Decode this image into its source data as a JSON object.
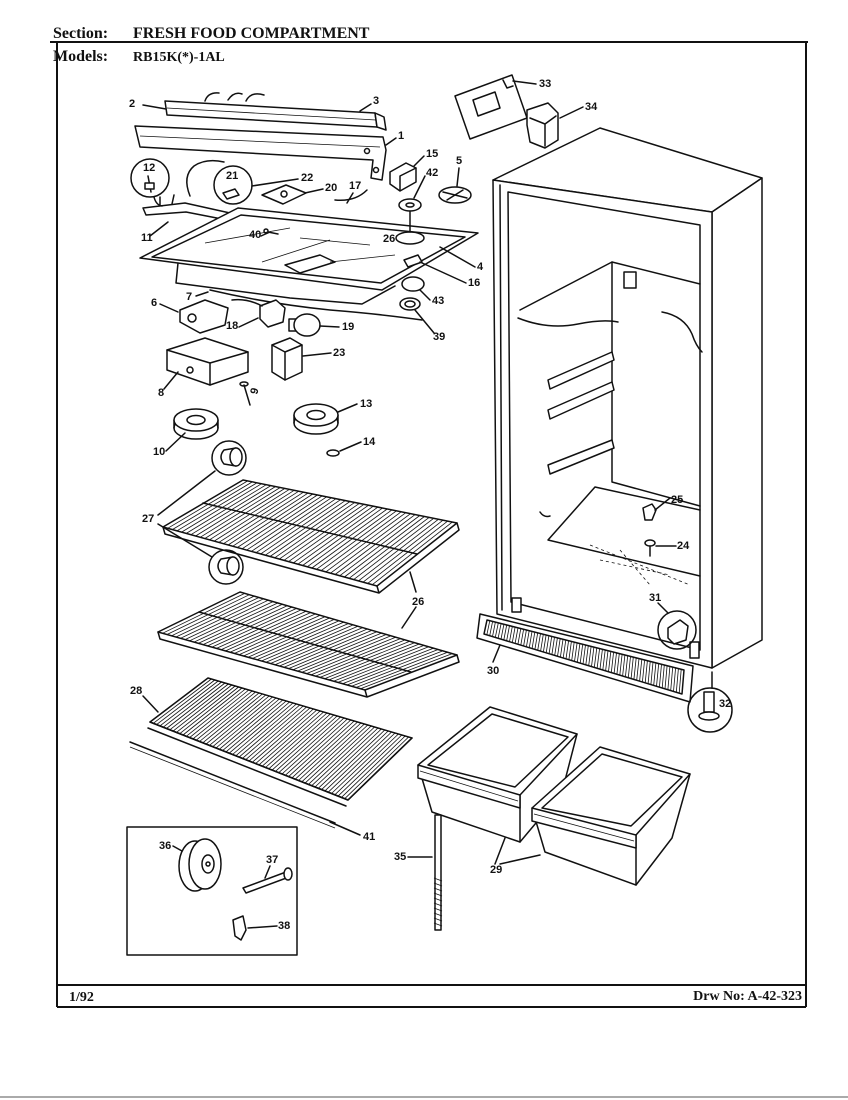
{
  "header": {
    "section_label": "Section:",
    "section_value": "FRESH FOOD COMPARTMENT",
    "models_label": "Models:",
    "models_value": "RB15K(*)-1AL"
  },
  "footer": {
    "date": "1/92",
    "drawing_number": "Drw No: A-42-323"
  },
  "callouts": [
    "2",
    "3",
    "1",
    "33",
    "34",
    "15",
    "5",
    "12",
    "21",
    "22",
    "20",
    "17",
    "42",
    "11",
    "40",
    "26",
    "4",
    "16",
    "7",
    "6",
    "43",
    "18",
    "19",
    "39",
    "23",
    "8",
    "9",
    "13",
    "10",
    "14",
    "27",
    "25",
    "24",
    "26",
    "31",
    "30",
    "32",
    "28",
    "41",
    "36",
    "37",
    "38",
    "35",
    "29"
  ]
}
